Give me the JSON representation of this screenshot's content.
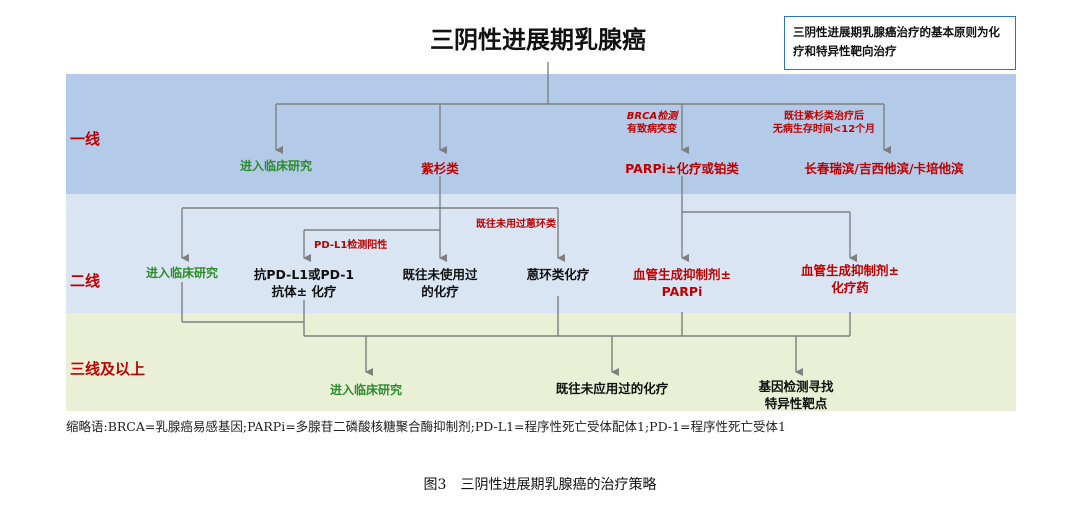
{
  "title": "三阴性进展期乳腺癌",
  "note": "三阴性进展期乳腺癌治疗的基本原则为化疗和特异性靶向治疗",
  "lines": {
    "first": "一线",
    "second": "二线",
    "third": "三线及以上"
  },
  "first_line": {
    "clinical": "进入临床研究",
    "taxane": "紫杉类",
    "parpi": "PARPi±化疗或铂类",
    "vinca": "长春瑞滨/吉西他滨/卡培他滨",
    "brca_note_1": "BRCA检测",
    "brca_note_2": "有致病突变",
    "taxane_note_1": "既往紫杉类治疗后",
    "taxane_note_2": "无病生存时间<12个月"
  },
  "second_line": {
    "clinical": "进入临床研究",
    "pdl1_note": "PD-L1检测阳性",
    "anthra_note": "既往未用过蒽环类",
    "pd1_1": "抗PD-L1或PD-1",
    "pd1_2": "抗体± 化疗",
    "unused_1": "既往未使用过",
    "unused_2": "的化疗",
    "anthra": "蒽环类化疗",
    "angio1_1": "血管生成抑制剂±",
    "angio1_2": "PARPi",
    "angio2_1": "血管生成抑制剂±",
    "angio2_2": "化疗药"
  },
  "third_line": {
    "clinical": "进入临床研究",
    "unused": "既往未应用过的化疗",
    "gene_1": "基因检测寻找",
    "gene_2": "特异性靶点"
  },
  "abbreviations": "缩略语:BRCA=乳腺癌易感基因;PARPi=多腺苷二磷酸核糖聚合酶抑制剂;PD-L1=程序性死亡受体配体1;PD-1=程序性死亡受体1",
  "caption": "图3　三阴性进展期乳腺癌的治疗策略",
  "colors": {
    "band1": "#b3cbe8",
    "band2": "#d9e5f3",
    "band3": "#eaf0d6",
    "red": "#c00000",
    "green": "#2e8b2e",
    "line": "#7f7f7f"
  }
}
